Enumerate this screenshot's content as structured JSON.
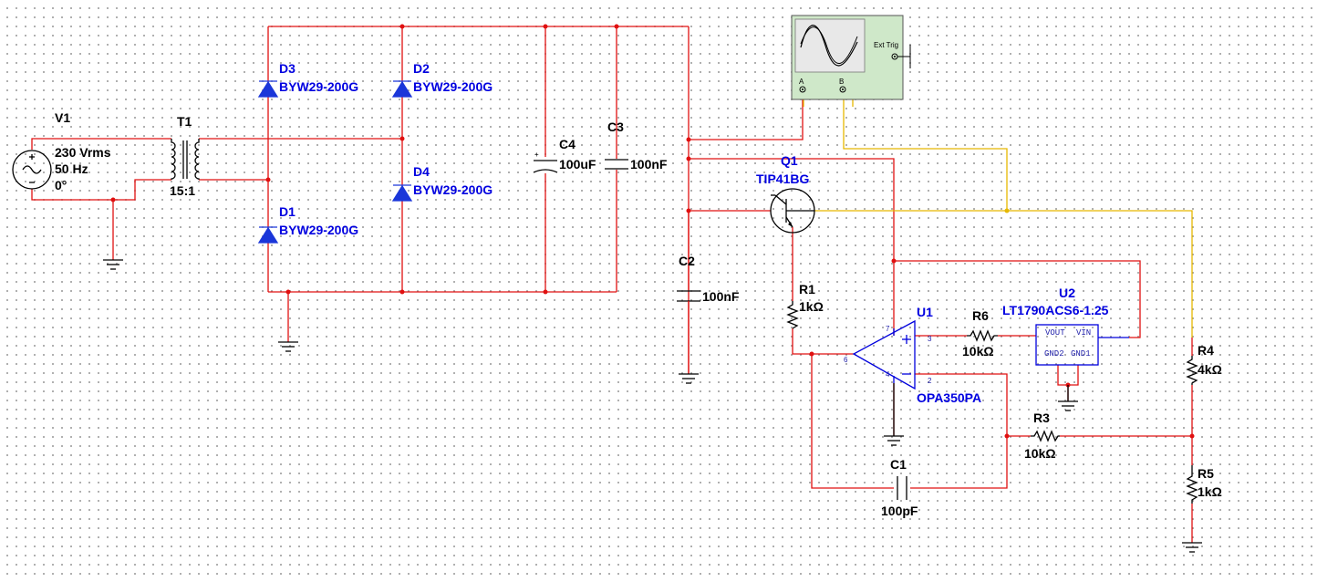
{
  "components": {
    "v1": {
      "ref": "V1",
      "value_lines": [
        "230 Vrms",
        "50 Hz",
        "0°"
      ]
    },
    "t1": {
      "ref": "T1",
      "ratio": "15:1"
    },
    "d1": {
      "ref": "D1",
      "part": "BYW29-200G"
    },
    "d2": {
      "ref": "D2",
      "part": "BYW29-200G"
    },
    "d3": {
      "ref": "D3",
      "part": "BYW29-200G"
    },
    "d4": {
      "ref": "D4",
      "part": "BYW29-200G"
    },
    "c1": {
      "ref": "C1",
      "value": "100pF"
    },
    "c2": {
      "ref": "C2",
      "value": "100nF"
    },
    "c3": {
      "ref": "C3",
      "value": "100nF"
    },
    "c4": {
      "ref": "C4",
      "value": "100uF"
    },
    "q1": {
      "ref": "Q1",
      "part": "TIP41BG"
    },
    "r1": {
      "ref": "R1",
      "value": "1kΩ"
    },
    "r3": {
      "ref": "R3",
      "value": "10kΩ"
    },
    "r4": {
      "ref": "R4",
      "value": "4kΩ"
    },
    "r5": {
      "ref": "R5",
      "value": "1kΩ"
    },
    "r6": {
      "ref": "R6",
      "value": "10kΩ"
    },
    "u1": {
      "ref": "U1",
      "part": "OPA350PA",
      "pins": [
        "7",
        "3",
        "6",
        "4",
        "2"
      ]
    },
    "u2": {
      "ref": "U2",
      "part": "LT1790ACS6-1.25",
      "pins": [
        "VOUT",
        "VIN",
        "GND2",
        "GND1"
      ]
    },
    "scope": {
      "ext_trig": "Ext Trig",
      "channel_a": "A",
      "channel_b": "B"
    }
  },
  "colors": {
    "wire": "#e01010",
    "probe_wire": "#e6b800",
    "component_blue": "#1a36d9",
    "scope_bg": "#cfe8c9",
    "scope_screen": "#e8e8e8"
  }
}
